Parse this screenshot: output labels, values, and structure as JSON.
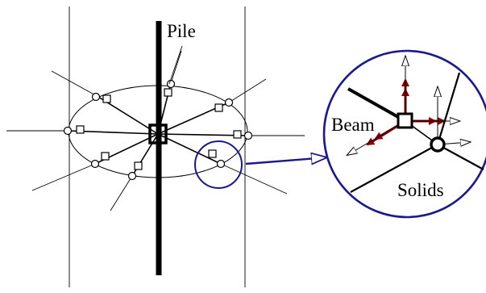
{
  "labels": {
    "pile": "Pile",
    "beam": "Beam",
    "solids": "Solids"
  },
  "colors": {
    "ink": "#000000",
    "callout": "#1a1a8c",
    "beam_dof": "#8b0000",
    "solid_dof": "#000000"
  }
}
